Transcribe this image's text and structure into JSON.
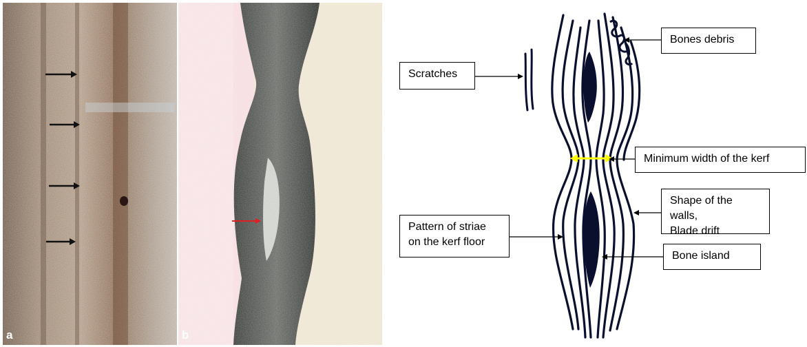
{
  "panel_a": {
    "letter": "a",
    "arrow_color": "#111111"
  },
  "panel_b": {
    "letter": "b",
    "arrow_color": "#e02020"
  },
  "diagram": {
    "labels": {
      "scratches": "Scratches",
      "bones_debris": "Bones debris",
      "minimum_width": "Minimum width of the kerf",
      "shape_walls_line1": "Shape of the walls,",
      "shape_walls_line2": "Blade drift",
      "striae_line1": "Pattern of striae",
      "striae_line2": "on the kerf floor",
      "bone_island": "Bone island"
    },
    "width_arrow_color": "#ffff00",
    "line_color": "#0b0f2e"
  }
}
